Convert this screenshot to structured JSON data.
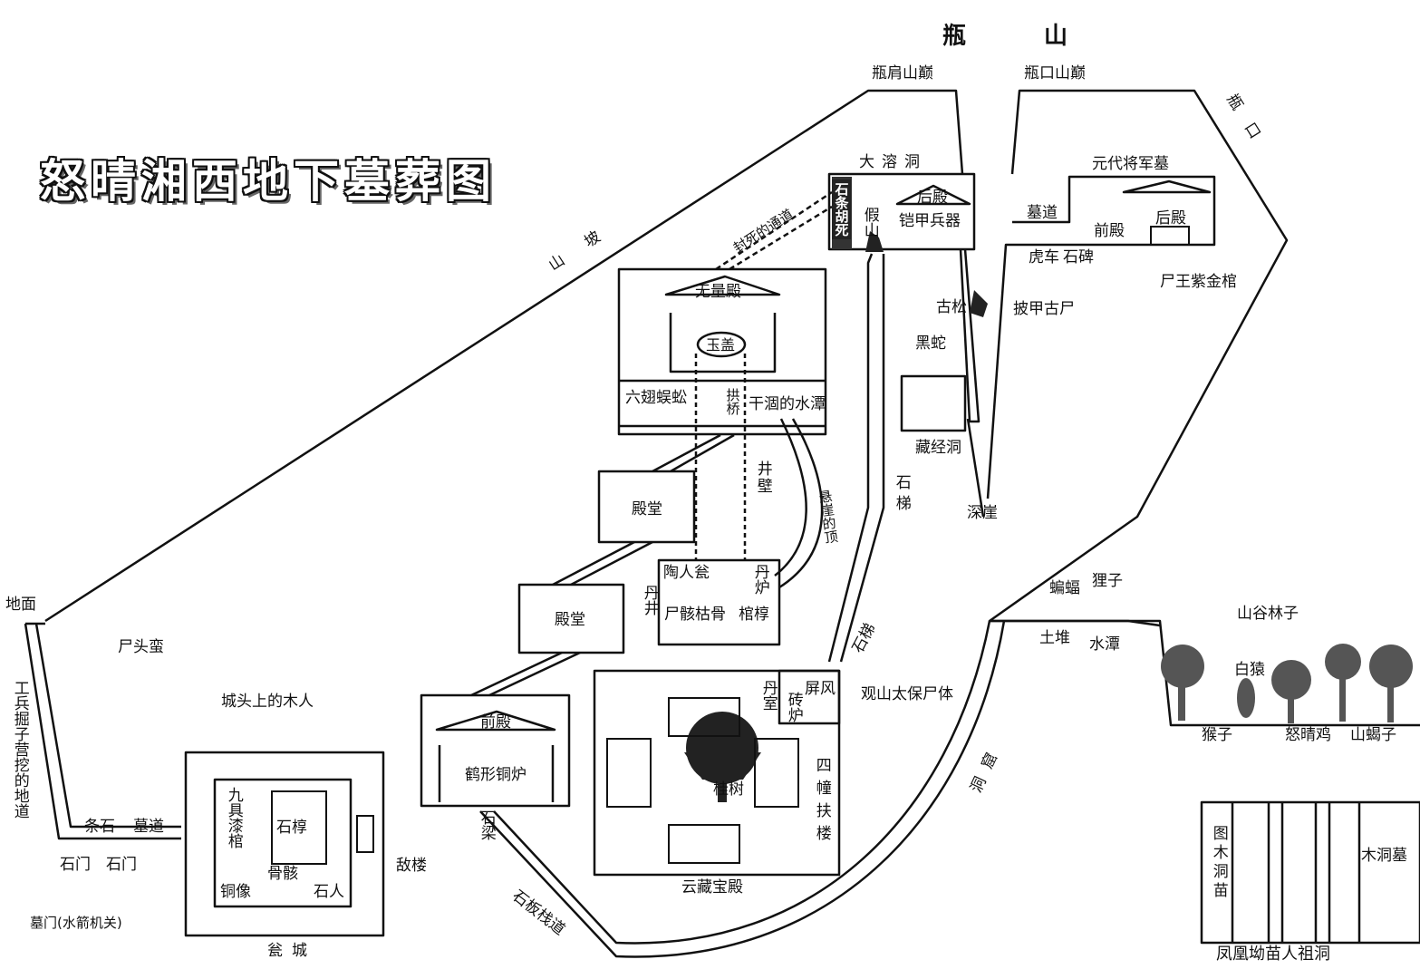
{
  "map": {
    "title": "怒晴湘西地下墓葬图",
    "mountain": "瓶　山",
    "labels": {
      "ping_jian": "瓶肩山巅",
      "ping_kou_peak": "瓶口山巅",
      "ping_kou": "瓶口",
      "shan_po": "山坡",
      "da_rong_dong": "大溶洞",
      "shi_tiao_hu_si": "石条胡死",
      "jia_shan": "假山",
      "hou_dian_1": "后殿",
      "kai_jia_bing_qi": "铠甲兵器",
      "yuan_tomb": "元代将军墓",
      "mu_dao_1": "墓道",
      "qian_dian_1": "前殿",
      "hou_dian_2": "后殿",
      "hu_che": "虎车",
      "shi_bei": "石碑",
      "pi_jia_gu_shi": "披甲古尸",
      "shi_wang": "尸王紫金棺",
      "sealed_passage": "封死的通道",
      "wu_li_dian": "无量殿",
      "yu_gai": "玉盖",
      "liu_chi_wu_gong": "六翅蜈蚣",
      "gong_qiao": "拱桥",
      "dry_pool": "干涸的水潭",
      "gu_song": "古松",
      "hei_she": "黑蛇",
      "cang_jing_dong": "藏经洞",
      "shen_ya": "深崖",
      "dian_tang_1": "殿堂",
      "dian_tang_2": "殿堂",
      "jing_bi": "井壁",
      "cliff_top": "悬崖的顶",
      "stairs_1": "石梯",
      "tao_ren_weng": "陶人瓮",
      "dan_lu_1": "丹炉",
      "dan_jing": "丹井",
      "shi_hai": "尸骸枯骨",
      "guan_guo": "棺椁",
      "stairs_2": "石梯",
      "guanshan": "观山太保尸体",
      "qian_dian_2": "前殿",
      "he_xing_tong_lu": "鹤形铜炉",
      "shi_liang": "石梁",
      "shi_ban_zhan_dao": "石板栈道",
      "dan_shi": "丹室",
      "ping_feng": "屏风",
      "zhuan_lu": "砖炉",
      "si_zhuang_fu_lou": "四幢扶楼",
      "gui_shu": "桂树",
      "yun_cang_bao_dian": "云藏宝殿",
      "dong_ju": "洞窟",
      "bian_fu": "蝙蝠",
      "li_zi": "狸子",
      "tu_dui": "土堆",
      "shui_tan": "水潭",
      "valley_forest": "山谷林子",
      "bai_yuan": "白猿",
      "hou_zi": "猴子",
      "nu_qing_ji": "怒晴鸡",
      "shan_yao_zi": "山蝎子",
      "di_mian": "地面",
      "shi_tou_man": "尸头蛮",
      "gong_bing_tunnel": "工兵掘子营挖的地道",
      "tiao_shi": "条石",
      "mu_dao_2": "墓道",
      "shi_men_1": "石门",
      "shi_men_2": "石门",
      "mu_men": "墓门(水箭机关)",
      "wooden_men": "城头上的木人",
      "jiu_ju": "九具漆棺",
      "shi_guo": "石椁",
      "gu_hai": "骨骸",
      "tong_xiang": "铜像",
      "shi_ren": "石人",
      "di_lou": "敌楼",
      "weng_cheng": "瓮城",
      "tu_mu_dong_miao": "图木洞苗",
      "mu_dong_mu": "木洞墓",
      "feng_huang": "凤凰坳苗人祖洞"
    }
  }
}
